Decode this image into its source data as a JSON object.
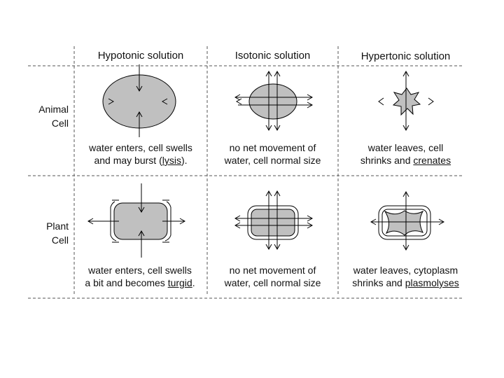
{
  "columns": [
    {
      "label": "Hypotonic solution"
    },
    {
      "label": "Isotonic solution"
    },
    {
      "label": "Hypertonic solution"
    }
  ],
  "rows": [
    {
      "label_line1": "Animal",
      "label_line2": "Cell",
      "descriptions": [
        {
          "line1": "water enters, cell swells",
          "line2_pre": "and may burst (",
          "line2_term": "lysis",
          "line2_post": ")."
        },
        {
          "line1": "no net movement of",
          "line2_pre": "water, cell normal size",
          "line2_term": "",
          "line2_post": ""
        },
        {
          "line1": "water leaves, cell",
          "line2_pre": "shrinks and ",
          "line2_term": "crenates",
          "line2_post": ""
        }
      ]
    },
    {
      "label_line1": "Plant",
      "label_line2": "Cell",
      "descriptions": [
        {
          "line1": "water enters, cell swells",
          "line2_pre": "a bit and becomes ",
          "line2_term": "turgid",
          "line2_post": "."
        },
        {
          "line1": "no net movement of",
          "line2_pre": "water, cell normal size",
          "line2_term": "",
          "line2_post": ""
        },
        {
          "line1": "water leaves, cytoplasm",
          "line2_pre": "shrinks and ",
          "line2_term": "plasmolyses",
          "line2_post": ""
        }
      ]
    }
  ],
  "colors": {
    "cytoplasm": "#c0c0c0",
    "line": "#000000",
    "divider": "#555555"
  }
}
